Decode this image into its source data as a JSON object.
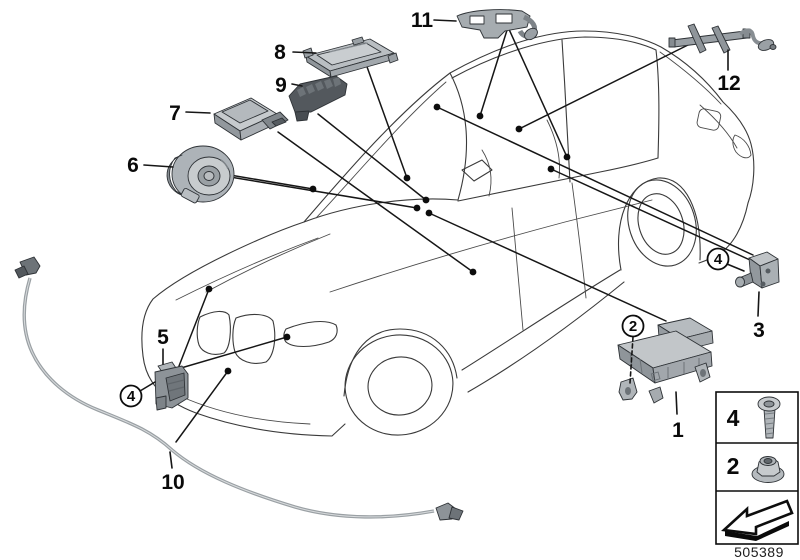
{
  "figure": {
    "doc_number": "505389",
    "background": "#ffffff",
    "description_of_pixels": "Exploded parts diagram of a sedan with numbered electric/airbag components"
  },
  "labels": {
    "n1": "1",
    "n2": "2",
    "n3": "3",
    "n4": "4",
    "n5": "5",
    "n6": "6",
    "n7": "7",
    "n8": "8",
    "n9": "9",
    "n10": "10",
    "n11": "11",
    "n12": "12"
  },
  "legend": {
    "rows": [
      {
        "ref": "4",
        "icon": "torx-screw"
      },
      {
        "ref": "2",
        "icon": "flange-nut"
      },
      {
        "icon": "direction-of-travel-arrow"
      }
    ]
  },
  "colors": {
    "outline": "#3a3a3a",
    "leader": "#161616",
    "part_gray": "#a9aeb3",
    "part_gray_light": "#c6cacd",
    "part_gray_dark": "#8f959a",
    "part_dark": "#4f545a",
    "cable_gray": "#9aa0a4"
  }
}
